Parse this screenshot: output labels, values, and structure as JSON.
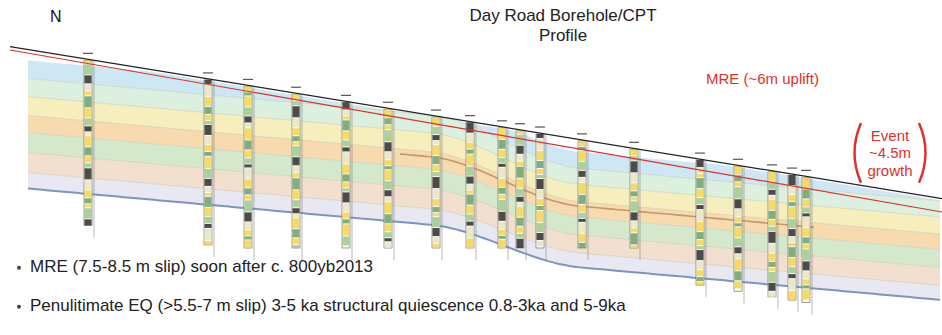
{
  "diagram": {
    "title": "Day Road Borehole/CPT Profile",
    "labels": [
      "N",
      "MRE (~6m uplift)",
      "Event ~4.5m growth",
      "MRE (7.5-8.5 m slip) soon after c. 800yb2013",
      "Penulitimate EQ (>5.5-7 m slip) 3-5 ka structural quiescence 0.8-3ka and 5-9ka"
    ]
  }
}
